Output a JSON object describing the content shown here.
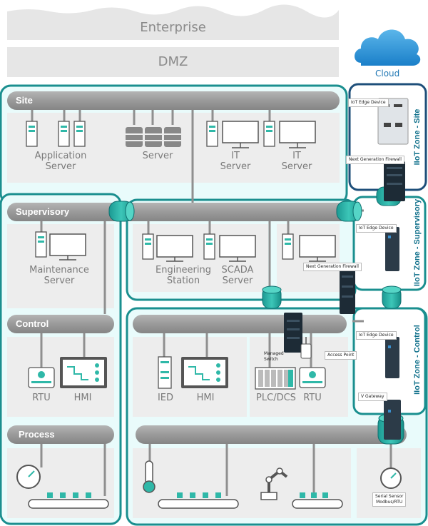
{
  "layers": {
    "enterprise": "Enterprise",
    "dmz": "DMZ",
    "cloud": "Cloud"
  },
  "bars": {
    "site": "Site",
    "supervisory": "Supervisory",
    "control": "Control",
    "process": "Process"
  },
  "labels": {
    "application_server": [
      "Application",
      "Server"
    ],
    "server": "Server",
    "it_server_1": [
      "IT",
      "Server"
    ],
    "it_server_2": [
      "IT",
      "Server"
    ],
    "maintenance_server": [
      "Maintenance",
      "Server"
    ],
    "engineering_station": [
      "Engineering",
      "Station"
    ],
    "scada_server": [
      "SCADA",
      "Server"
    ],
    "rtu_left": "RTU",
    "hmi_left": "HMI",
    "ied": "IED",
    "hmi_right": "HMI",
    "plc_dcs": "PLC/DCS",
    "rtu_right": "RTU"
  },
  "device_tags": {
    "iot_edge_site": "IoT Edge Device",
    "ngfw_site": "Next Generation Firewall",
    "iot_edge_supervisory": "IoT Edge Device",
    "ngfw_supervisory": "Next Generation Firewall",
    "iot_edge_control": "IoT Edge Device",
    "managed_switch": [
      "Managed",
      "Switch"
    ],
    "access_point": "Access Point",
    "v_gateway": "V Gateway",
    "serial_sensor": [
      "Serial Sensor",
      "Modbus/RTU"
    ]
  },
  "zones": {
    "site": "IIoT Zone - Site",
    "supervisory": "IIoT Zone - Supervisory",
    "control": "IIoT Zone - Control"
  },
  "colors": {
    "teal": "#1a8f8f",
    "teal_light": "#27b3a8",
    "navy": "#1e4f7a",
    "panel_bg": "#e9fbfb",
    "bar_gray": "#9a9a9a",
    "box_gray": "#ededed",
    "cloud_blue": "#2a8fd4"
  }
}
